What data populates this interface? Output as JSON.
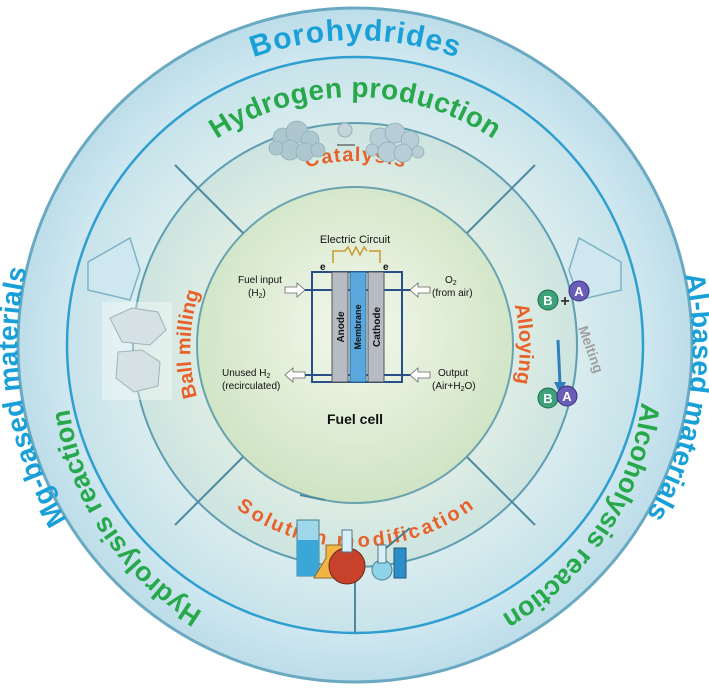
{
  "colors": {
    "outer_text": "#1aa0d8",
    "green_text": "#27a84a",
    "orange_text": "#e8602a",
    "ring_outer": "#d6ecf4",
    "ring_mid": "#cfe7ef",
    "center": "#dcedd0",
    "border": "#5a9bb5"
  },
  "outer_ring": {
    "top": "Borohydrides",
    "left": "Mg-based materials",
    "right": "Al-based materials"
  },
  "middle_ring": {
    "top": "Hydrogen production",
    "left": "Hydrolysis reaction",
    "right": "Alcoholysis reaction"
  },
  "inner_ring": {
    "top": "Catalysis",
    "left": "Ball milling",
    "right": "Alloying",
    "bottom": "Solution modification"
  },
  "fuel_cell": {
    "title": "Electric Circuit",
    "electron_left": "e",
    "electron_right": "e",
    "fuel_input": "Fuel input",
    "fuel_input_sub": "(H",
    "fuel_input_sub2": "2",
    "fuel_input_sub3": ")",
    "o2": "O",
    "o2_sub": "2",
    "o2_from": "(from air)",
    "unused": "Unused H",
    "unused_sub": "2",
    "recirculated": "(recirculated)",
    "output": "Output",
    "output_sub": "(Air+H",
    "output_sub2": "2",
    "output_sub3": "O)",
    "anode": "Anode",
    "membrane": "Membrane",
    "cathode": "Cathode",
    "caption": "Fuel cell"
  },
  "alloy": {
    "a_top": "A",
    "b_top": "B",
    "plus": "+",
    "melting": "Melting",
    "b_bottom": "B",
    "a_bottom": "A"
  }
}
